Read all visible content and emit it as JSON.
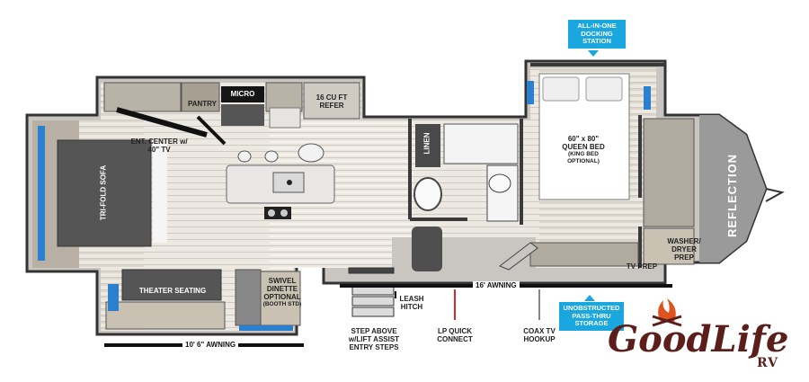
{
  "rooms": {
    "pantry": "PANTRY",
    "micro": "MICRO",
    "refer": [
      "16 CU FT",
      "REFER"
    ],
    "ent_center": [
      "ENT. CENTER w/",
      "40\" TV"
    ],
    "sofa": "TRI-FOLD SOFA",
    "linen": "LINEN",
    "bed": [
      "60\" x 80\"",
      "QUEEN BED"
    ],
    "bed_note": [
      "(KING BED",
      "OPTIONAL)"
    ],
    "theater": "THEATER SEATING",
    "dinette": [
      "SWIVEL",
      "DINETTE",
      "OPTIONAL"
    ],
    "dinette_note": "(BOOTH STD)",
    "washer": [
      "WASHER/",
      "DRYER",
      "PREP"
    ],
    "tv_prep": "TV PREP",
    "model_name": "REFLECTION"
  },
  "awnings": {
    "main": "16' AWNING",
    "slide": "10' 6\" AWNING"
  },
  "features": {
    "steps": [
      "STEP ABOVE",
      "w/LIFT ASSIST",
      "ENTRY STEPS"
    ],
    "leash": [
      "LEASH",
      "HITCH"
    ],
    "lp": [
      "LP QUICK",
      "CONNECT"
    ],
    "coax": [
      "COAX TV",
      "HOOKUP"
    ]
  },
  "callouts": {
    "docking": [
      "ALL-IN-ONE",
      "DOCKING",
      "STATION"
    ],
    "storage": [
      "UNOBSTRUCTED",
      "PASS-THRU",
      "STORAGE"
    ]
  },
  "logo": {
    "main": "GoodLife",
    "sub": "RV"
  },
  "colors": {
    "accent_blue": "#1aa7e0",
    "lp_red": "#d9262b",
    "logo_brown": "#5b1e1a",
    "logo_flame": "#e0531f",
    "wall": "#3a3a3a"
  }
}
